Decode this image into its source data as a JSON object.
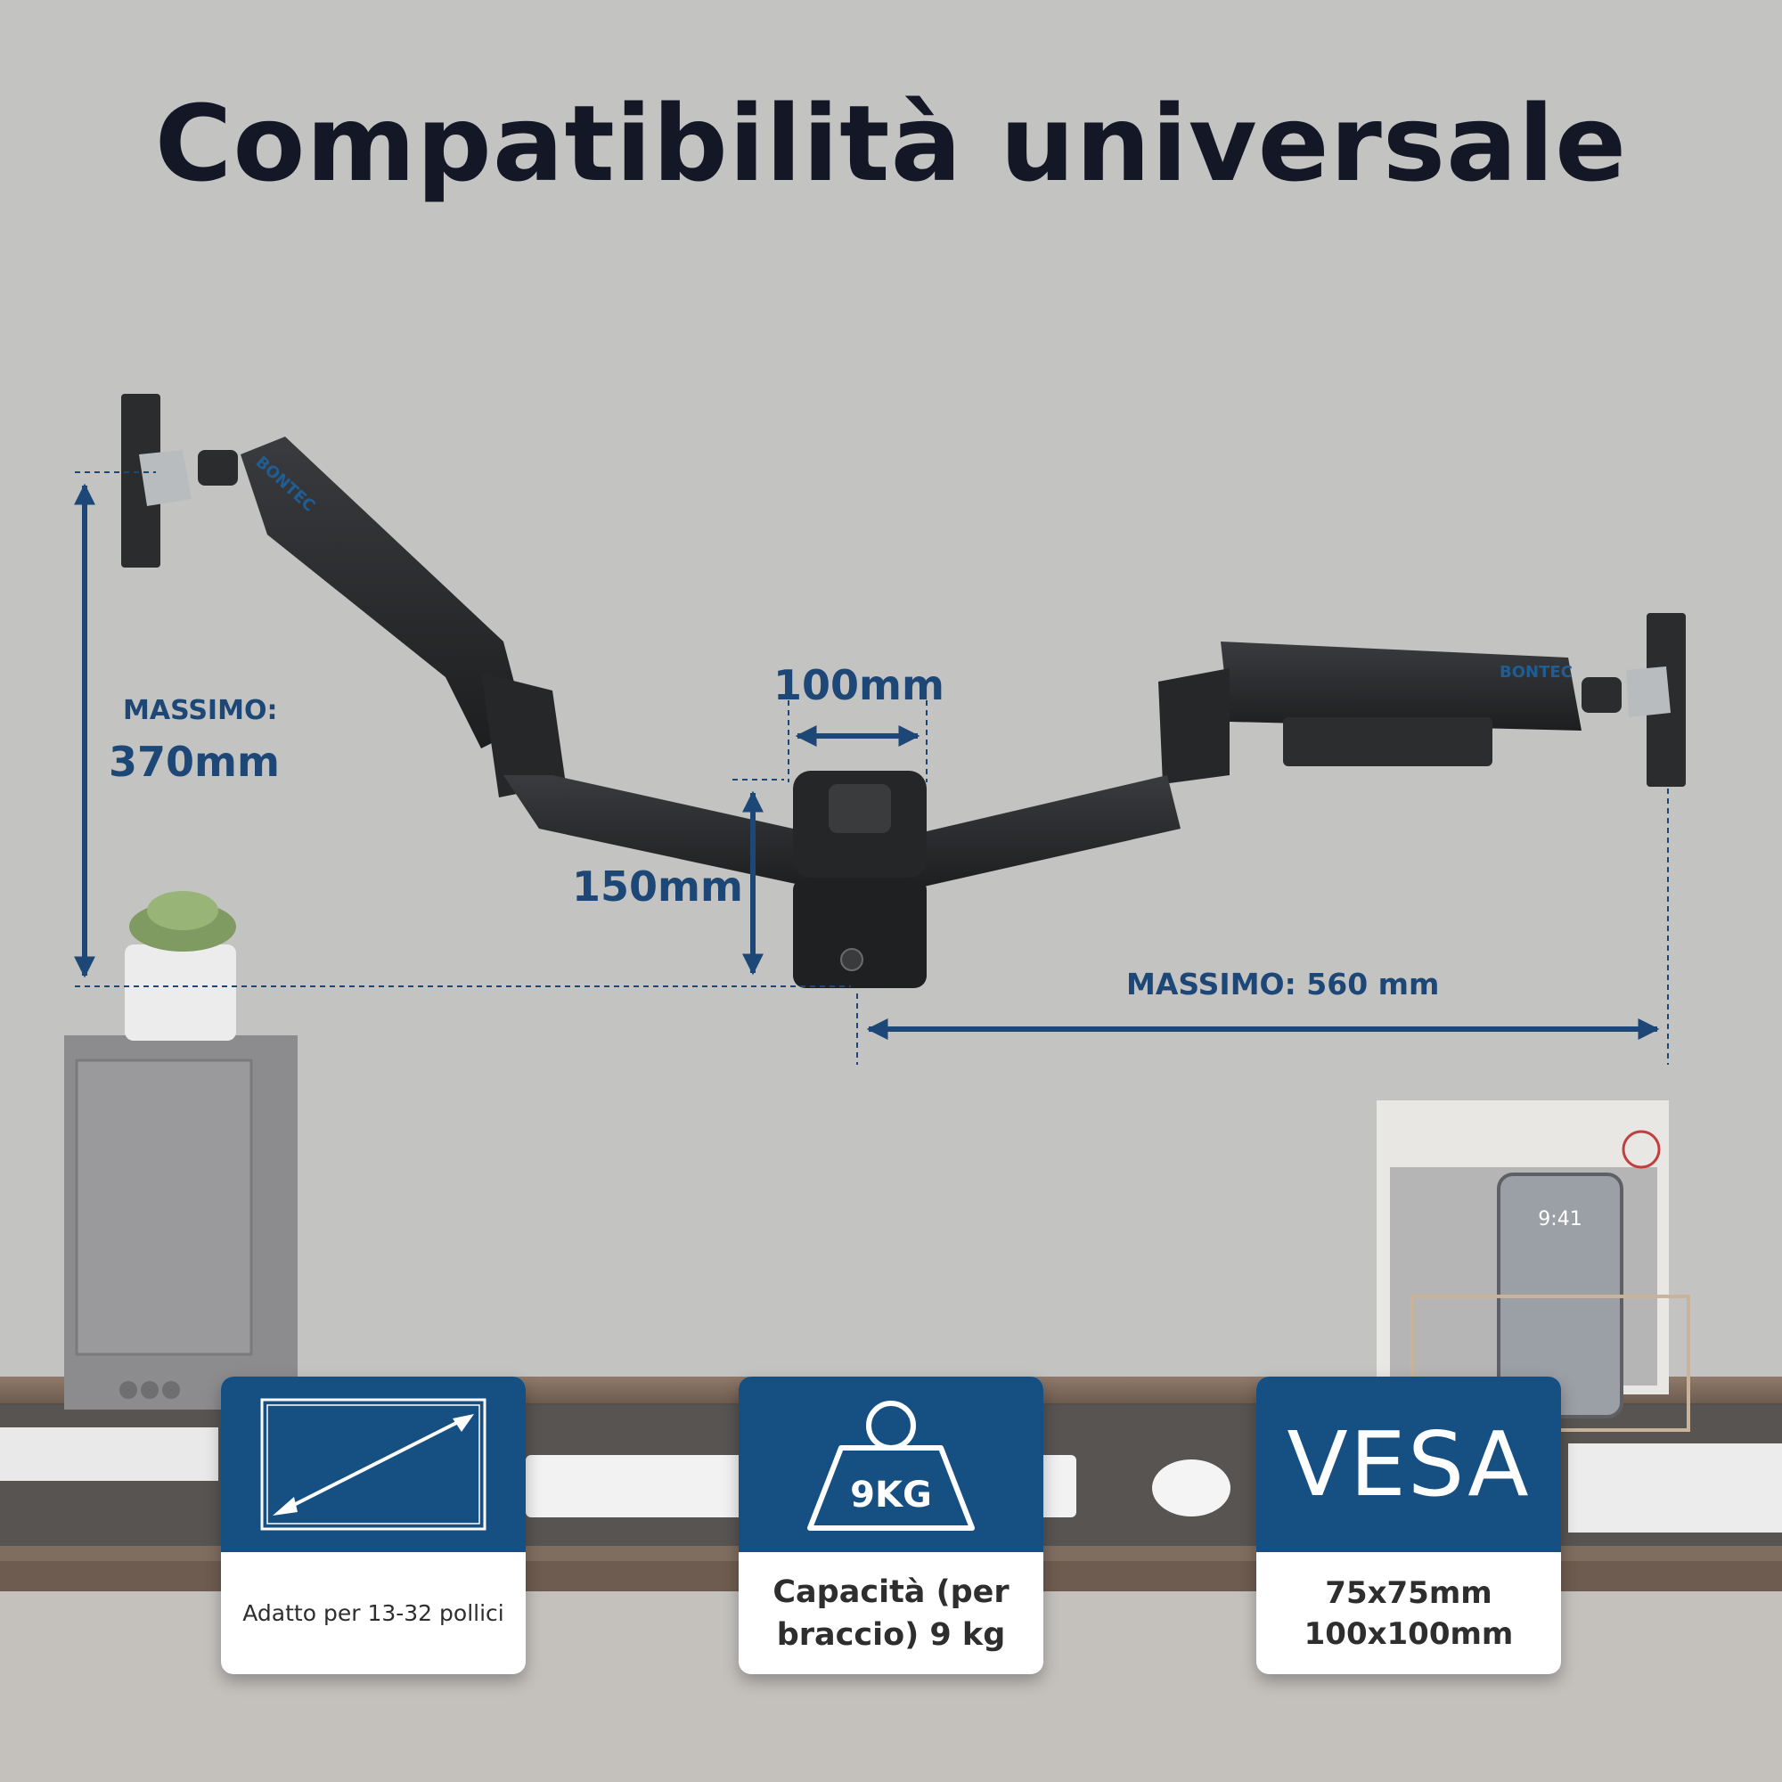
{
  "title": "Compatibilità universale",
  "brand": "BONTEC",
  "dimensions": {
    "height_label": "MASSIMO:",
    "height_value": "370mm",
    "width_100": "100mm",
    "height_150": "150mm",
    "extension": "MASSIMO: 560 mm"
  },
  "phone_time": "9:41",
  "cards": [
    {
      "text": "Adatto per 13-32 pollici",
      "icon": "diagonal-screen-icon"
    },
    {
      "text": "Capacità (per braccio) 9 kg",
      "icon": "weight-icon",
      "weight": "9KG"
    },
    {
      "lines": [
        "75x75mm",
        "100x100mm"
      ],
      "icon": "vesa-text",
      "word": "VESA"
    }
  ],
  "colors": {
    "accent": "#164f82",
    "dimension": "#1c4776",
    "title": "#141826",
    "arm": "#2a2b2d"
  }
}
